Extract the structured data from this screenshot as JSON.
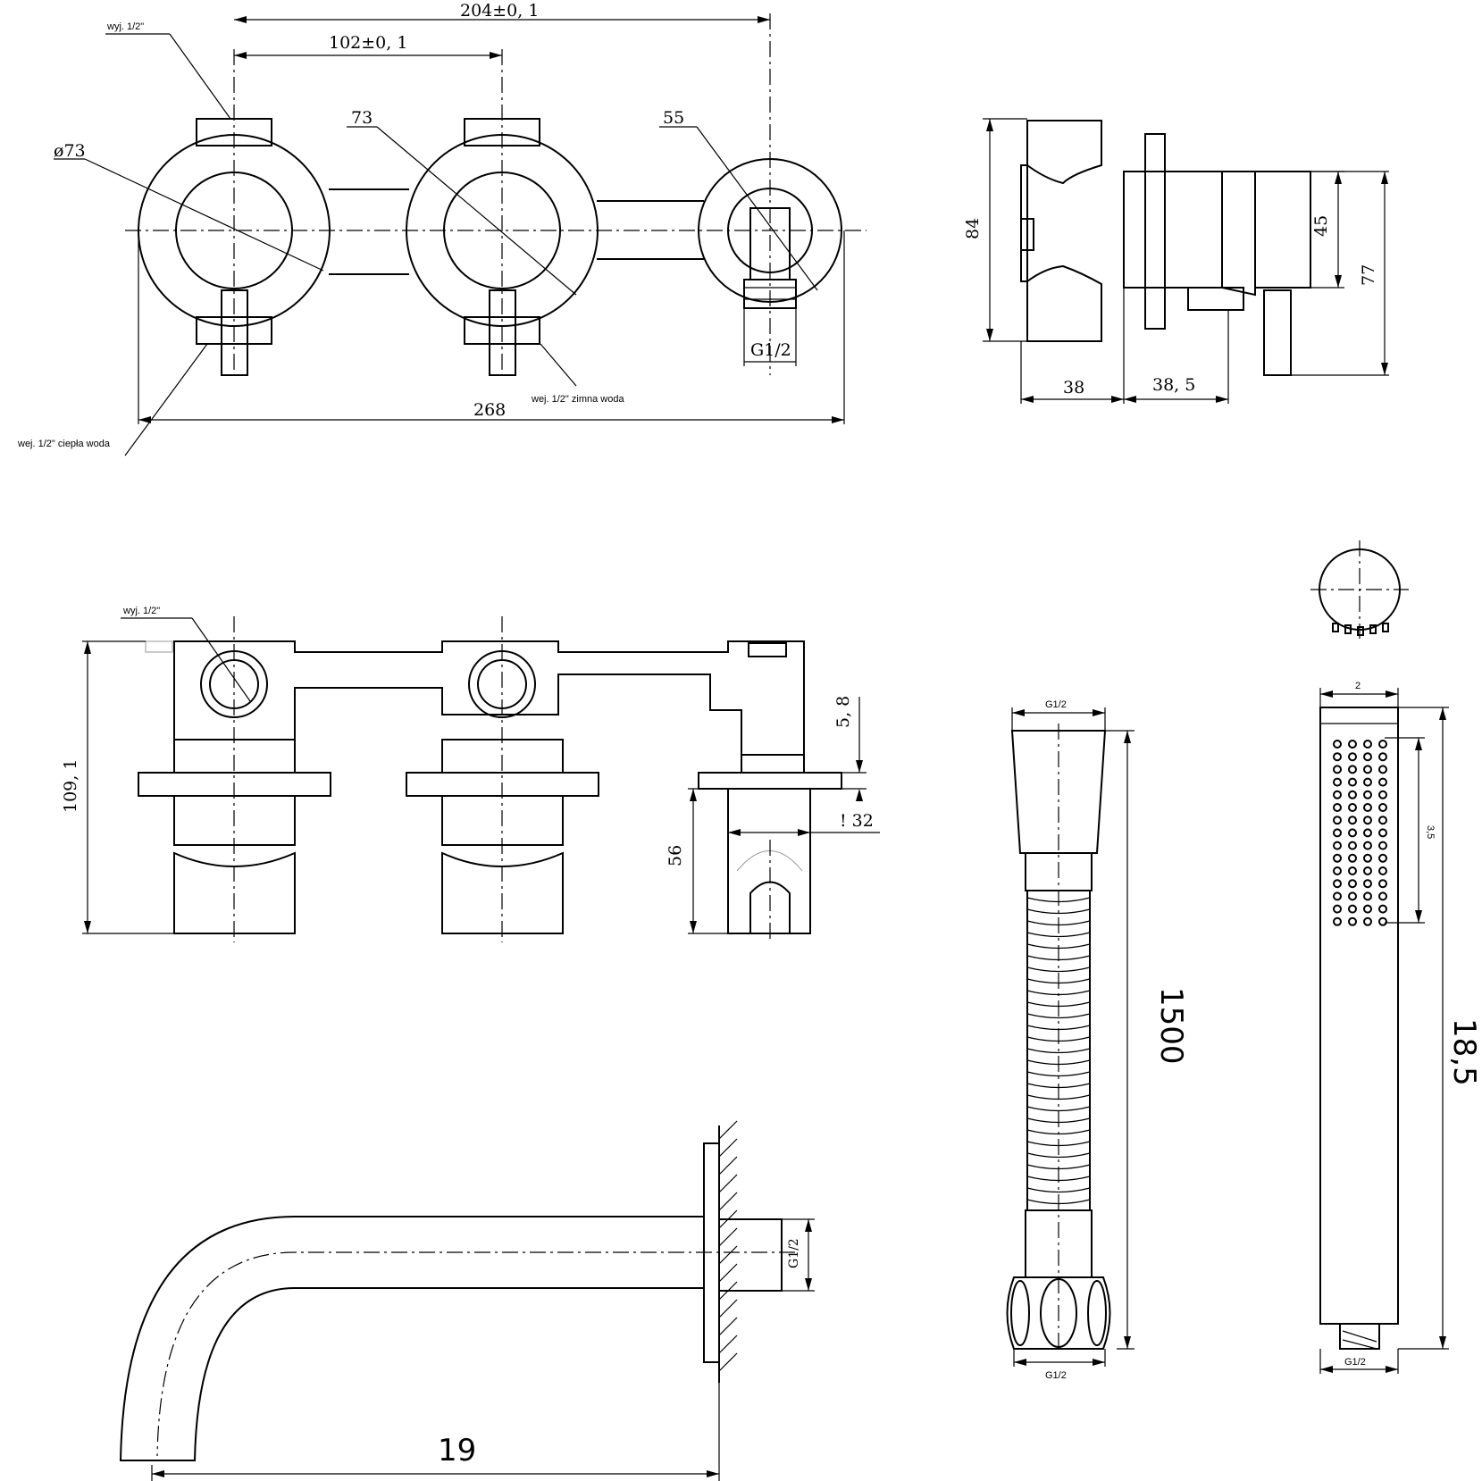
{
  "top_front_view": {
    "dim_overall_axis": "204±0, 1",
    "dim_handle_axis": "102±0, 1",
    "dia_rosette": "ø73",
    "dia_rosette_mid": "73",
    "dia_outlet": "55",
    "thread_outlet": "G1/2",
    "width_total": "268",
    "label_outlet": "wyj. 1/2\"",
    "label_cold_inlet": "wej. 1/2\" zimna woda",
    "label_hot_inlet": "wej. 1/2\" ciepła woda"
  },
  "side_view": {
    "height_body": "84",
    "height_holder": "45",
    "height_total": "77",
    "depth_body": "38",
    "depth_front": "38, 5"
  },
  "body_view": {
    "label_outlet": "wyj. 1/2\"",
    "height_total": "109, 1",
    "plate_thickness": "5, 8",
    "holder_height": "56",
    "holder_width": "! 32"
  },
  "spout_view": {
    "thread": "G1/2",
    "length": "19"
  },
  "hose_view": {
    "thread_top": "G1/2",
    "thread_bottom": "G1/2",
    "length": "1500"
  },
  "handshower_view": {
    "diameter": "2",
    "spray_length": "3,5",
    "total_length": "18,5",
    "thread": "G1/2"
  }
}
